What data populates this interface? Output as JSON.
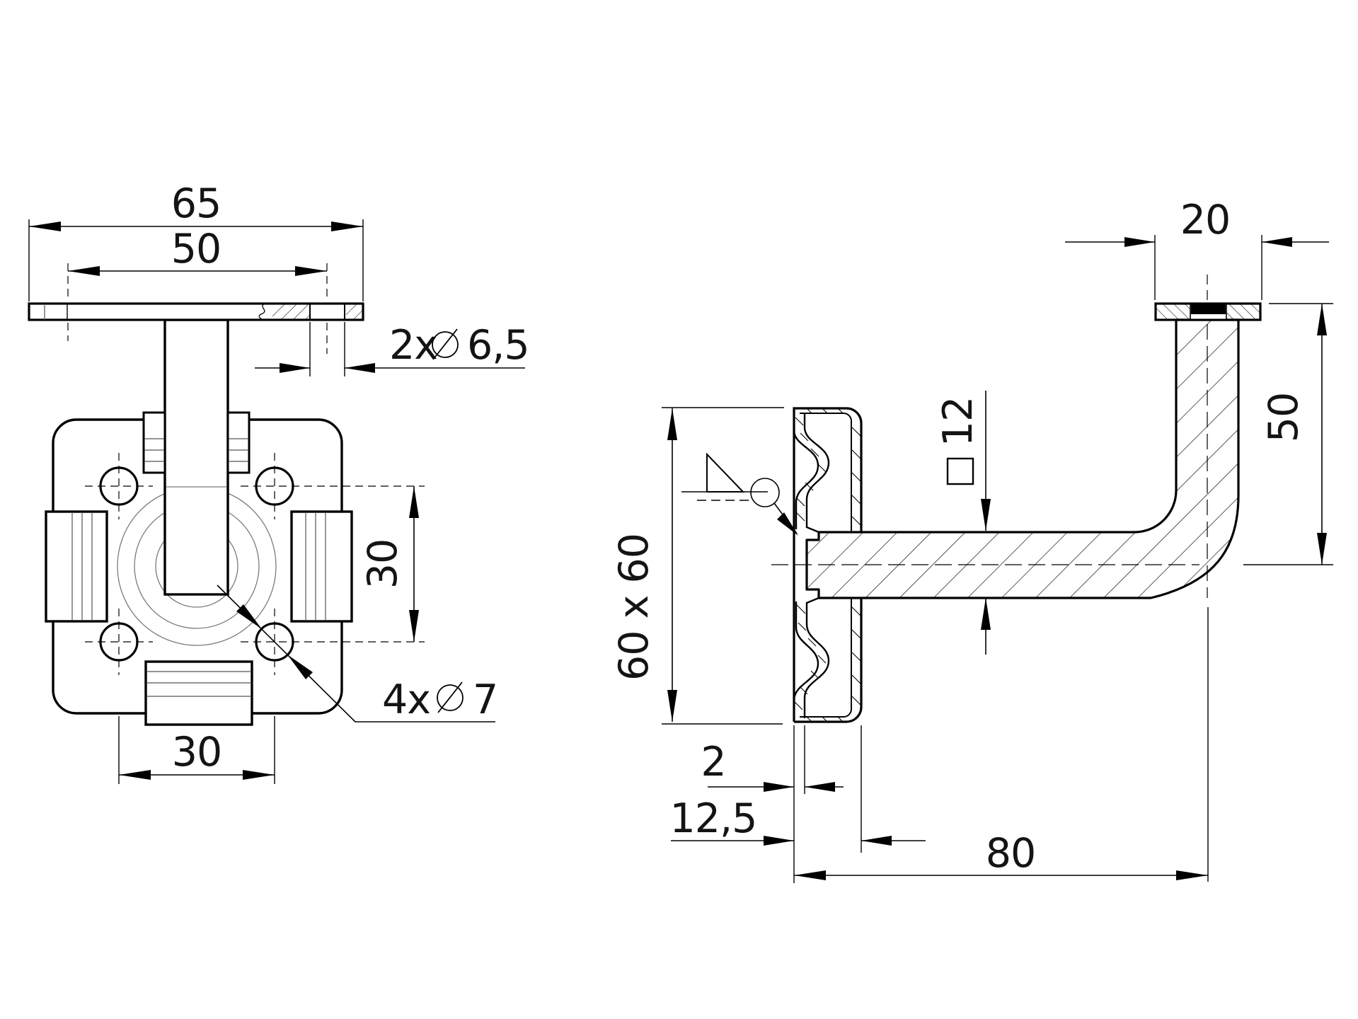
{
  "drawing": {
    "type": "technical-drawing",
    "background": "#ffffff",
    "line_color": "#000000",
    "thin_line_color": "#7a7a7a",
    "views": {
      "front_view": {
        "plate_width": "65",
        "top_hole_spacing": "50",
        "top_holes_count": "2x",
        "top_holes_diameter": "6,5",
        "hole_spacing_vertical": "30",
        "hole_spacing_horizontal": "30",
        "plate_holes_count": "4x",
        "plate_holes_diameter": "7"
      },
      "side_view": {
        "saddle_width": "20",
        "drop_height": "50",
        "wall_plate_size": "60 x 60",
        "bar_section": "12",
        "sheet_thickness": "2",
        "plate_depth": "12,5",
        "projection": "80"
      }
    }
  }
}
